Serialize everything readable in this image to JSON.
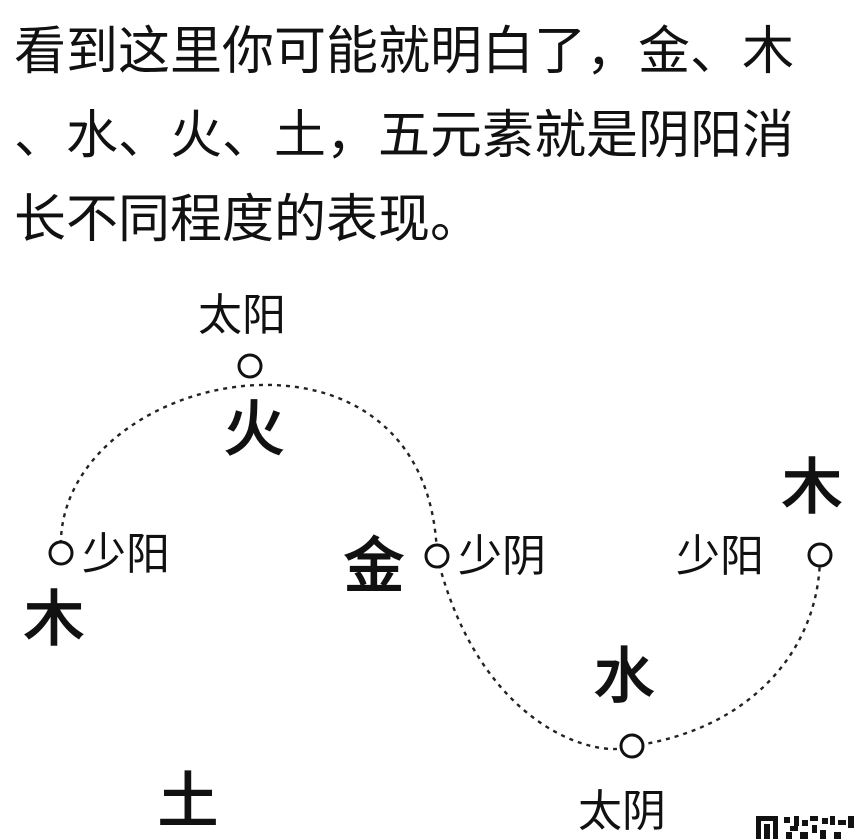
{
  "text": {
    "line1": "看到这里你可能就明白了，金、木",
    "line2": "、水、火、土，五元素就是阴阳消",
    "line3": "长不同程度的表现。"
  },
  "diagram": {
    "stages": {
      "taiyang": "太阳",
      "shaoyang_left": "少阳",
      "shaoyin": "少阴",
      "shaoyang_right": "少阳",
      "taiyin": "太阴"
    },
    "elements": {
      "fire": "火",
      "wood_left": "木",
      "metal": "金",
      "wood_right": "木",
      "water": "水",
      "earth": "土"
    }
  }
}
